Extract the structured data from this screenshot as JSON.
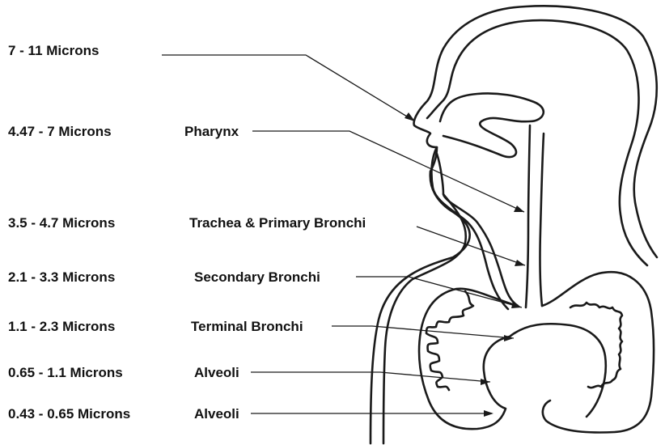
{
  "diagram": {
    "rows": [
      {
        "size": "7 - 11 Microns",
        "region": ""
      },
      {
        "size": "4.47 - 7 Microns",
        "region": "Pharynx"
      },
      {
        "size": "3.5 - 4.7 Microns",
        "region": "Trachea & Primary Bronchi"
      },
      {
        "size": "2.1 - 3.3 Microns",
        "region": "Secondary Bronchi"
      },
      {
        "size": "1.1 - 2.3 Microns",
        "region": "Terminal Bronchi"
      },
      {
        "size": "0.65 - 1.1 Microns",
        "region": "Alveoli"
      },
      {
        "size": "0.43 - 0.65 Microns",
        "region": "Alveoli"
      }
    ]
  }
}
